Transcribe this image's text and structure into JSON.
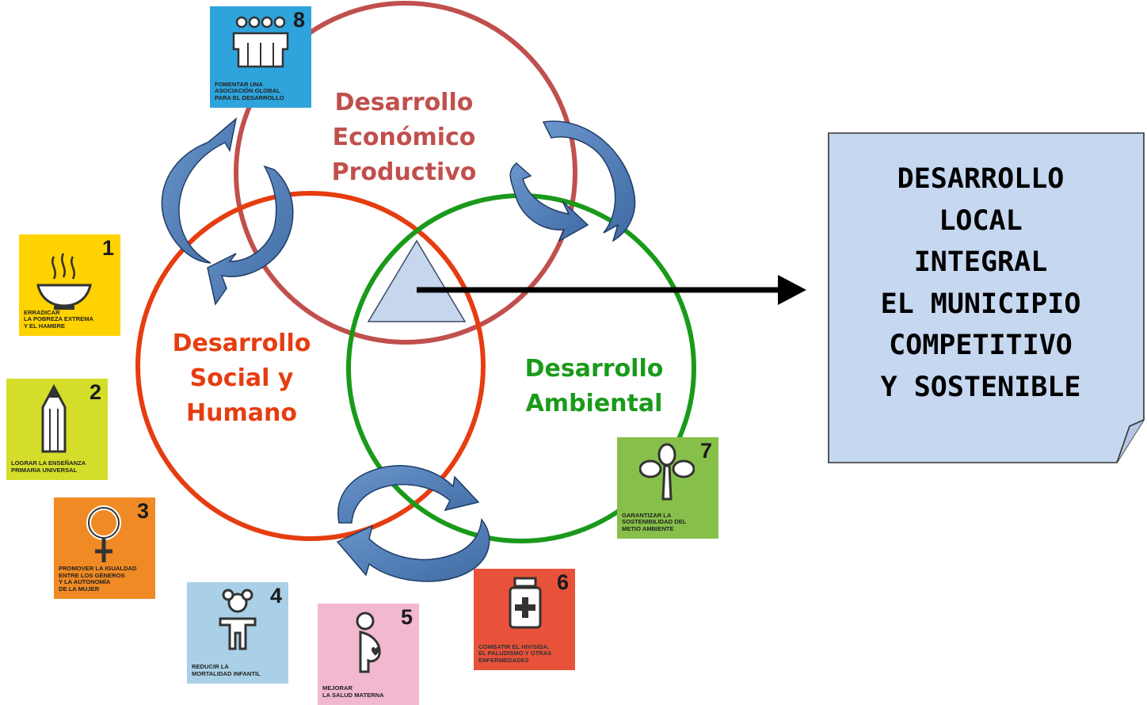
{
  "circles": {
    "economic": {
      "lines": [
        "Desarrollo",
        "Económico",
        "Productivo"
      ],
      "color": "#c0504d"
    },
    "social": {
      "lines": [
        "Desarrollo",
        "Social y",
        "Humano"
      ],
      "color": "#e63d10"
    },
    "environmental": {
      "lines": [
        "Desarrollo",
        "Ambiental"
      ],
      "color": "#1a9a1a"
    }
  },
  "colors": {
    "cycle_arrow": "#4f7cb5",
    "triangle": "#c6d6ec",
    "note": "#c6d7f0"
  },
  "note": {
    "lines": [
      "DESARROLLO",
      "LOCAL",
      "INTEGRAL",
      "EL MUNICIPIO",
      "COMPETITIVO",
      "Y SOSTENIBLE"
    ]
  },
  "goals": [
    {
      "number": "1",
      "icon": "bowl-icon",
      "color": "#ffd200",
      "lines": [
        "ERRADICAR",
        "LA POBREZA EXTREMA",
        "Y EL HAMBRE"
      ]
    },
    {
      "number": "2",
      "icon": "pencil-icon",
      "color": "#d4de2a",
      "lines": [
        "LOGRAR LA ENSEÑANZA",
        "PRIMARIA UNIVERSAL"
      ]
    },
    {
      "number": "3",
      "icon": "female-icon",
      "color": "#f08a24",
      "lines": [
        "PROMOVER LA IGUALDAD",
        "ENTRE LOS GÉNEROS",
        "Y LA AUTONOMÍA",
        "DE LA MUJER"
      ]
    },
    {
      "number": "4",
      "icon": "child-icon",
      "color": "#a9d0e6",
      "lines": [
        "REDUCIR LA",
        "MORTALIDAD INFANTIL"
      ]
    },
    {
      "number": "5",
      "icon": "pregnant-icon",
      "color": "#f2b8d0",
      "lines": [
        "MEJORAR",
        "LA SALUD MATERNA"
      ]
    },
    {
      "number": "6",
      "icon": "medicine-icon",
      "color": "#e8523a",
      "lines": [
        "COMBATIR EL HIV/SIDA,",
        "EL PALUDISMO Y OTRAS",
        "ENFERMEDADES"
      ]
    },
    {
      "number": "7",
      "icon": "plant-icon",
      "color": "#86c04a",
      "lines": [
        "GARANTIZAR LA",
        "SOSTENIBILIDAD DEL",
        "METIO AMBIENTE"
      ]
    },
    {
      "number": "8",
      "icon": "people-icon",
      "color": "#2ea3dc",
      "lines": [
        "FOMENTAR UNA",
        "ASOCIACIÓN GLOBAL",
        "PARA EL DESARROLLO"
      ]
    }
  ]
}
